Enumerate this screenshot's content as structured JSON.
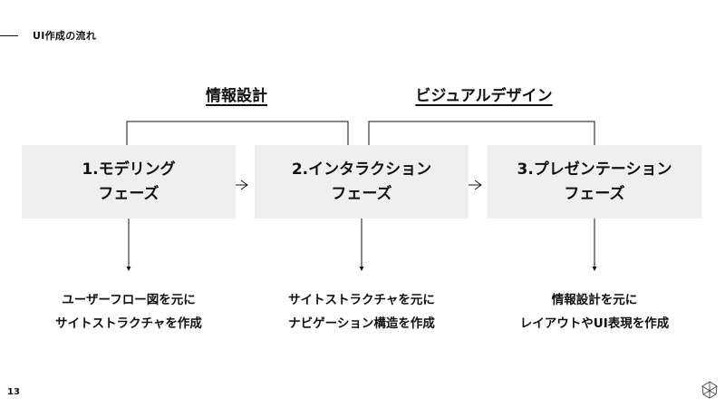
{
  "header": {
    "title": "UI作成の流れ"
  },
  "groups": [
    {
      "title": "情報設計"
    },
    {
      "title": "ビジュアルデザイン"
    }
  ],
  "phases": [
    {
      "label": "1.モデリング\nフェーズ",
      "description": "ユーザーフロー図を元に\nサイトストラクチャを作成"
    },
    {
      "label": "2.インタラクション\nフェーズ",
      "description": "サイトストラクチャを元に\nナビゲーション構造を作成"
    },
    {
      "label": "3.プレゼンテーション\nフェーズ",
      "description": "情報設計を元に\nレイアウトやUI表現を作成"
    }
  ],
  "footer": {
    "page_number": "13",
    "logo_icon": "geometric-logo-icon"
  }
}
